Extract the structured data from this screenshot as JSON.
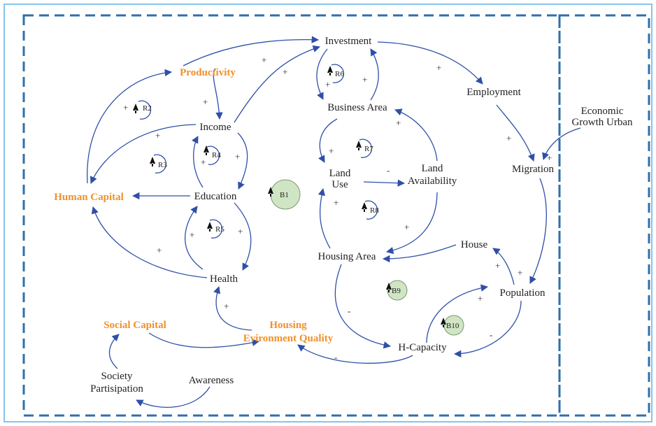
{
  "colors": {
    "border": "#2e6fae",
    "arrow": "#2f4fa8",
    "orange": "#f0902a",
    "magenta": "#c0478f",
    "cyan": "#2fb6c9",
    "balance_fill": "#cfe5c4"
  },
  "nodes": {
    "investment": "Investment",
    "productivity": "Productivity",
    "income": "Income",
    "education": "Education",
    "health": "Health",
    "human_capital": "Human Capital",
    "business_area": "Business Area",
    "land_use_1": "Land",
    "land_use_2": "Use",
    "land_avail_1": "Land",
    "land_avail_2": "Availability",
    "employment": "Employment",
    "econ_1": "Economic",
    "econ_2": "Growth Urban",
    "migration": "Migration",
    "house": "House",
    "housing_area": "Housing Area",
    "population": "Population",
    "h_capacity": "H-Capacity",
    "housing_env_1": "Housing",
    "housing_env_2": "Evironment Quality",
    "social_capital": "Social Capital",
    "society_1": "Society",
    "society_2": "Partisipation",
    "awareness": "Awareness"
  },
  "loops": {
    "r2": "R2",
    "r3": "R3",
    "r4": "R4",
    "r5": "R5",
    "r6": "R6",
    "r7": "R7",
    "r8": "R8",
    "b1": "B1",
    "b9": "B9",
    "b10": "B10"
  },
  "signs": {
    "plus": "+",
    "minus": "-"
  }
}
